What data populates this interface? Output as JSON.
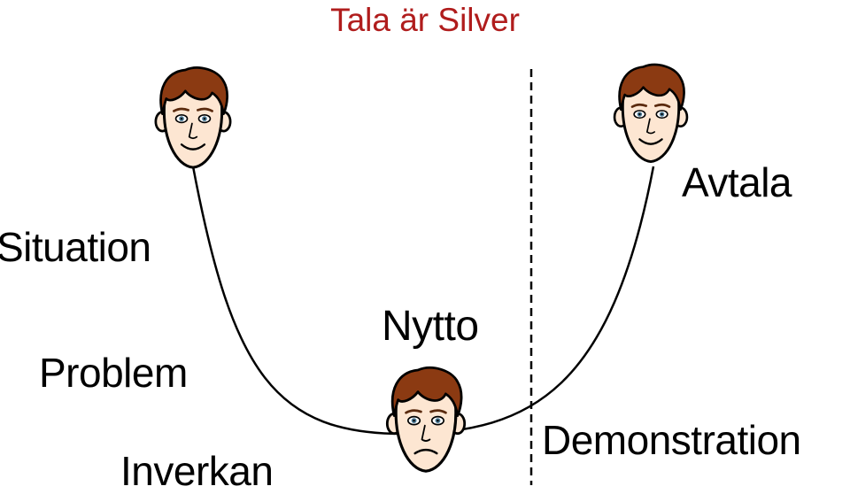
{
  "title": {
    "text": "Tala är Silver",
    "color": "#b01c1c"
  },
  "labels": {
    "situation": "Situation",
    "problem": "Problem",
    "inverkan": "Inverkan",
    "nytto": "Nytto",
    "avtala": "Avtala",
    "demonstration": "Demonstration"
  },
  "faces": {
    "left": "smiling-face-icon",
    "bottom": "frowning-face-icon",
    "right": "smiling-face-icon"
  },
  "colors": {
    "hair": "#8b3a12",
    "skin": "#fde6d2",
    "curve": "#000000",
    "divider": "#000000"
  }
}
